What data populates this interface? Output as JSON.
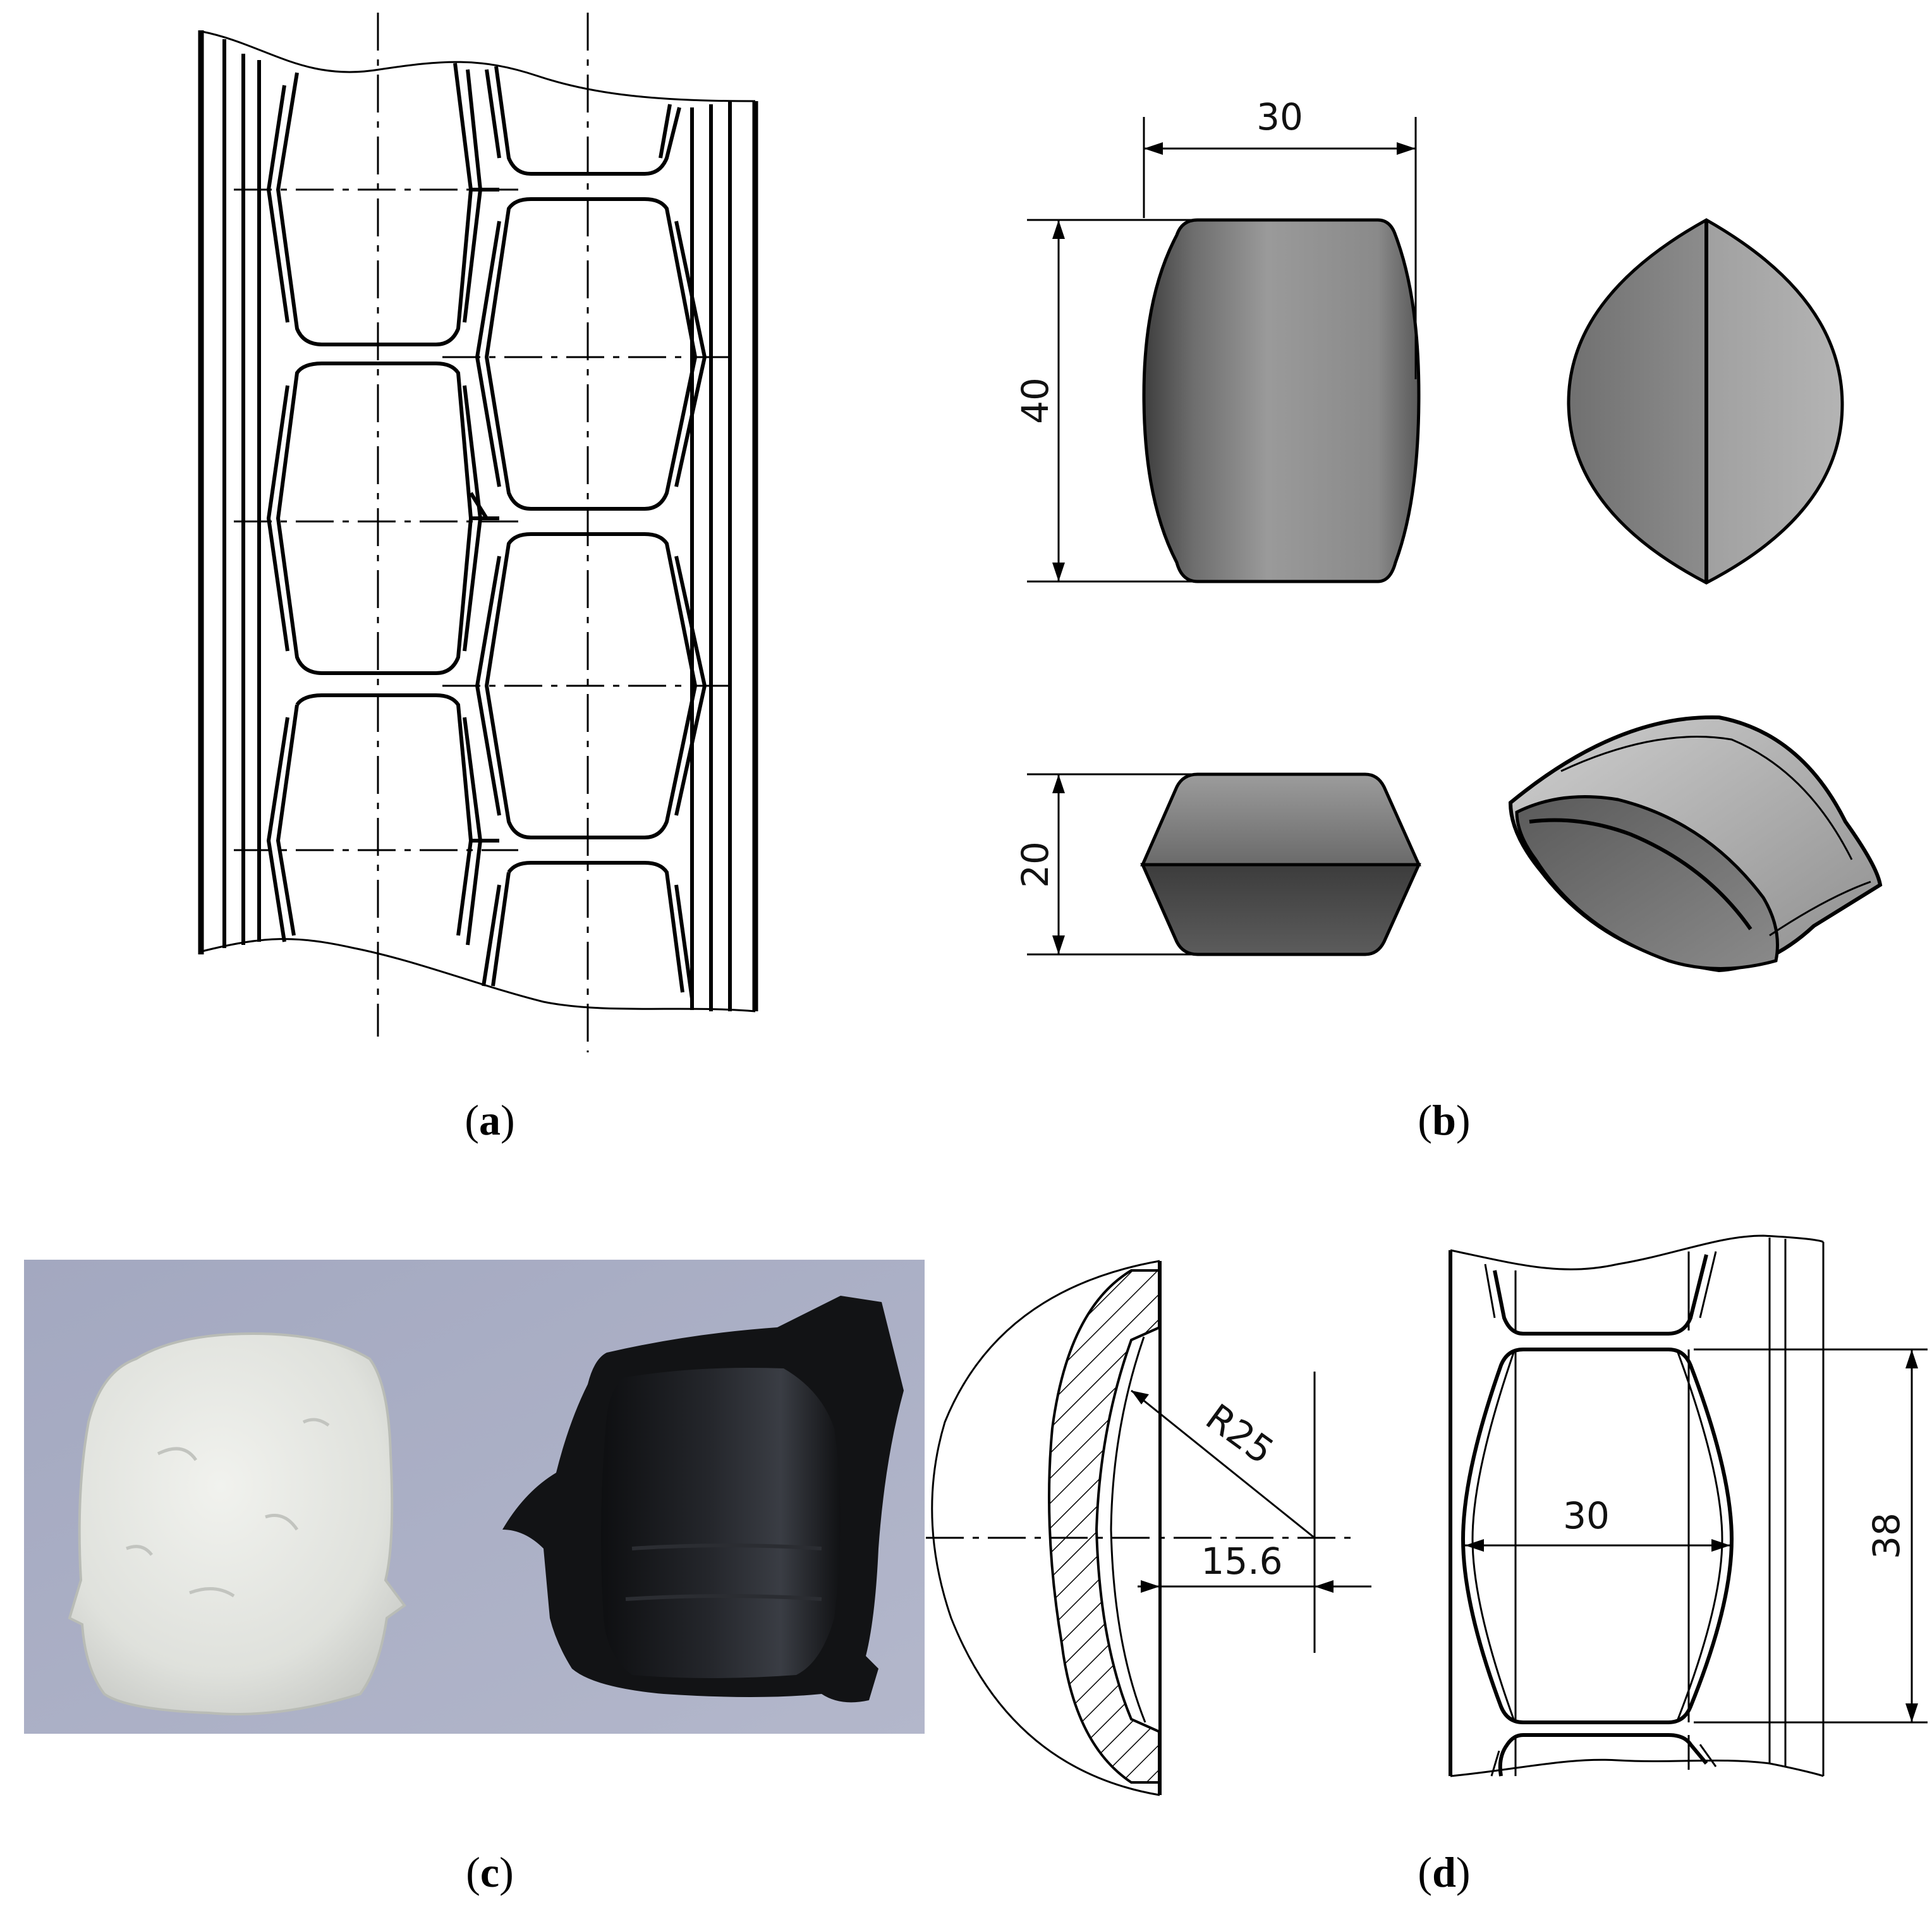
{
  "captions": {
    "a": {
      "open": "(",
      "letter": "a",
      "close": ")"
    },
    "b": {
      "open": "(",
      "letter": "b",
      "close": ")"
    },
    "c": {
      "open": "(",
      "letter": "c",
      "close": ")"
    },
    "d": {
      "open": "(",
      "letter": "d",
      "close": ")"
    }
  },
  "panel_b": {
    "dim_width": "30",
    "dim_height": "40",
    "dim_thickness": "20"
  },
  "panel_c": {
    "dim_radius": "R25",
    "dim_offset": "15.6"
  },
  "panel_d": {
    "dim_width": "30",
    "dim_height": "38"
  },
  "colors": {
    "line": "#000000",
    "part_shade_dark": "#4a4a4a",
    "part_shade_light": "#b8b8b8",
    "photo_background": "#a9aec4",
    "white_sample": "#e4e6e2",
    "black_sample": "#151618"
  }
}
